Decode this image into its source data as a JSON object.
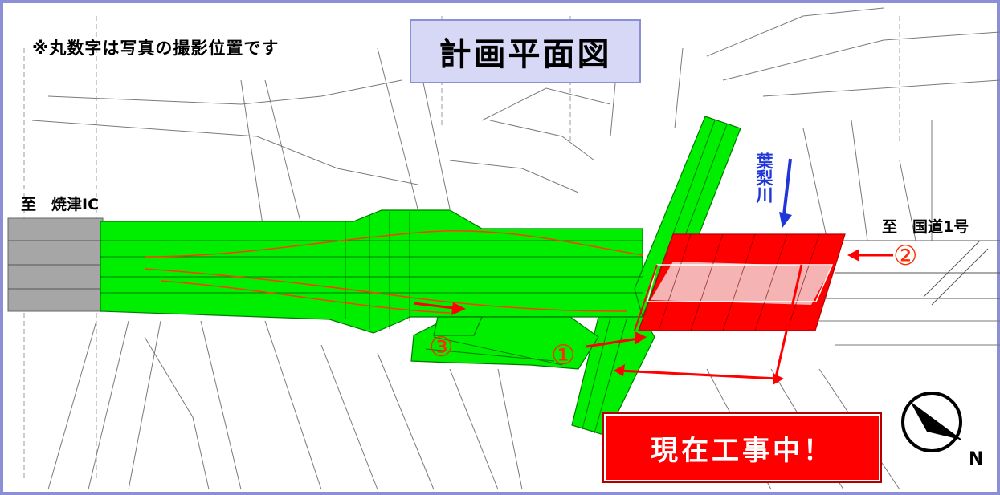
{
  "map": {
    "title": "計画平面図",
    "note": "※丸数字は写真の撮影位置です",
    "destination_left": "至　焼津IC",
    "destination_right": "至　国道1号",
    "river": "葉梨川",
    "status": "現在工事中！",
    "north_label": "N",
    "photo_points": [
      "①",
      "②",
      "③"
    ],
    "colors": {
      "frame": "#8a8fd6",
      "title_bg": "#d6d8f6",
      "planned_road": "#00ee00",
      "existing_road": "#a6a6a6",
      "construction": "#ff0000",
      "photo_marker": "#ff2a00",
      "river_label": "#1f36d8",
      "status_text": "#ffffff"
    }
  }
}
